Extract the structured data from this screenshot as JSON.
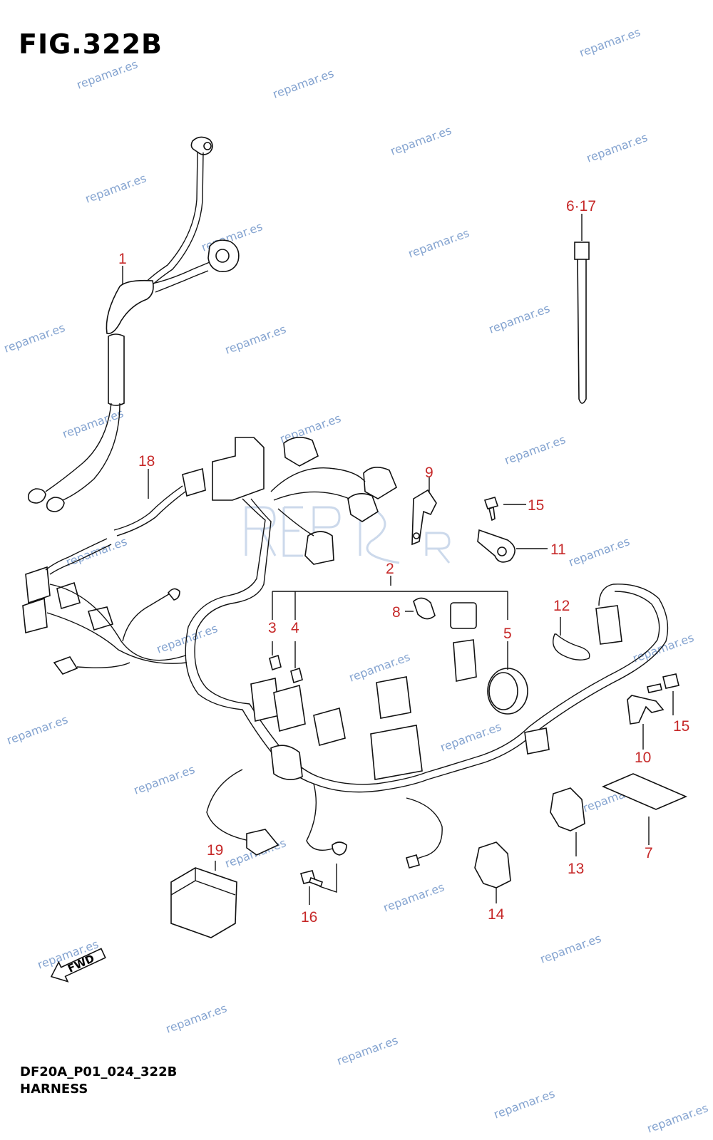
{
  "figure": {
    "title": "FIG.322B",
    "code": "DF20A_P01_024_322B",
    "name": "HARNESS"
  },
  "callouts": [
    "1",
    "2",
    "3",
    "4",
    "5",
    "6·17",
    "7",
    "8",
    "9",
    "10",
    "11",
    "12",
    "13",
    "14",
    "15",
    "15",
    "16",
    "18",
    "19"
  ],
  "watermark": "repamar.es",
  "forward_label": "FWD",
  "colors": {
    "callout": "#c62828",
    "watermark": "#6f94c8",
    "line": "#111111"
  }
}
